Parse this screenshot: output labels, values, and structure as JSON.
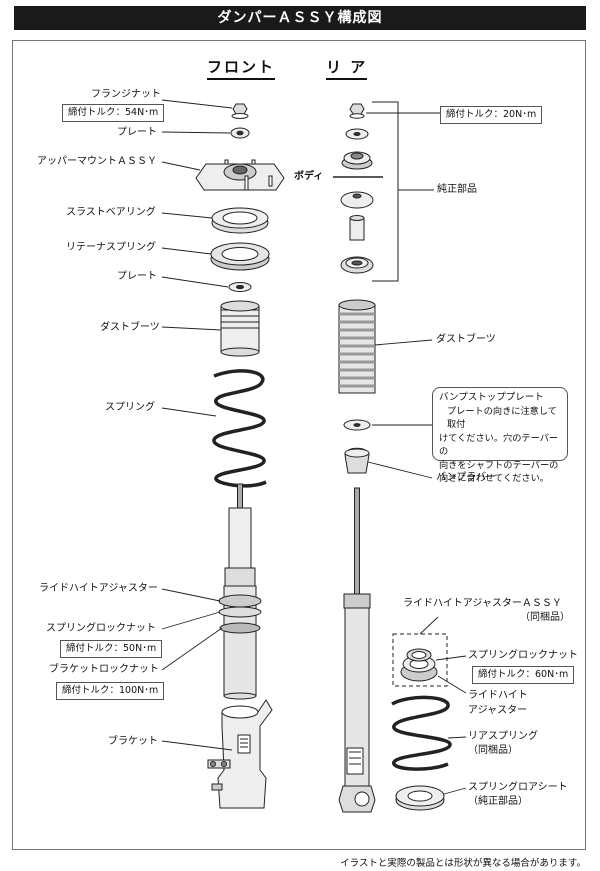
{
  "title": "ダンパーＡＳＳＹ構成図",
  "headers": {
    "front": "フロント",
    "rear": "リ ア"
  },
  "front_labels": {
    "flange_nut": "フランジナット",
    "torque_54": "締付トルク：54N･m",
    "plate_1": "プレート",
    "upper_mount": "アッパーマウントＡＳＳＹ",
    "thrust_bearing": "スラストベアリング",
    "retainer_spring": "リテーナスプリング",
    "plate_2": "プレート",
    "dust_boot": "ダストブーツ",
    "spring": "スプリング",
    "ride_height_adjuster": "ライドハイトアジャスター",
    "spring_lock_nut": "スプリングロックナット",
    "torque_50": "締付トルク：50N･m",
    "bracket_lock_nut": "ブラケットロックナット",
    "torque_100": "締付トルク：100N･m",
    "bracket": "ブラケット"
  },
  "rear_labels": {
    "torque_20": "締付トルク：20N･m",
    "body": "ボディ",
    "genuine_parts": "純正部品",
    "dust_boot": "ダストブーツ",
    "bump_stop_title": "バンプストッププレート",
    "bump_stop_lines": [
      "プレートの向きに注意して取付",
      "けてください。穴のテーパーの",
      "向きをシャフトのテーパーの",
      "向きに合わせてください。"
    ],
    "bump_rubber": "バンプラバー",
    "ride_height_assy": "ライドハイトアジャスターＡＳＳＹ",
    "included_1": "（同梱品）",
    "spring_lock_nut": "スプリングロックナット",
    "torque_60": "締付トルク：60N･m",
    "ride_height_1": "ライドハイト",
    "ride_height_2": "アジャスター",
    "rear_spring": "リアスプリング",
    "included_2": "（同梱品）",
    "lower_seat": "スプリングロアシート",
    "genuine_2": "（純正部品）"
  },
  "footnote": "イラストと実際の製品とは形状が異なる場合があります。"
}
